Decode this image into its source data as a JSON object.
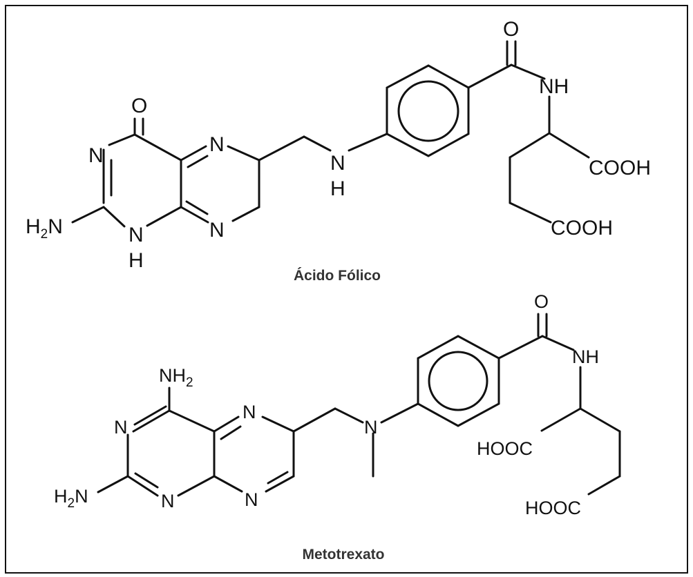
{
  "figure": {
    "folic_acid": {
      "caption": "Ácido Fólico",
      "atoms": {
        "ketone_o": "O",
        "ring_n1": "N",
        "pyrazine_n_top": "N",
        "pyrazine_n_bottom": "N",
        "h2n_main": "H",
        "h2n_sub": "2",
        "h2n_tail": "N",
        "ring_nh_n": "N",
        "ring_nh_h": "H",
        "bridge_n": "N",
        "bridge_h": "H",
        "amide_o": "O",
        "amide_nh": "NH",
        "cooh_1": "COOH",
        "cooh_2": "COOH"
      }
    },
    "methotrexate": {
      "caption": "Metotrexato",
      "atoms": {
        "nh2_main": "NH",
        "nh2_sub": "2",
        "ring_n_left": "N",
        "ring_n_bottom": "N",
        "pyrazine_n_top": "N",
        "pyrazine_n_bottom": "N",
        "h2n_main": "H",
        "h2n_sub": "2",
        "h2n_tail": "N",
        "methyl_n": "N",
        "amide_o": "O",
        "amide_nh": "NH",
        "hooc_1": "HOOC",
        "hooc_2": "HOOC"
      }
    }
  }
}
